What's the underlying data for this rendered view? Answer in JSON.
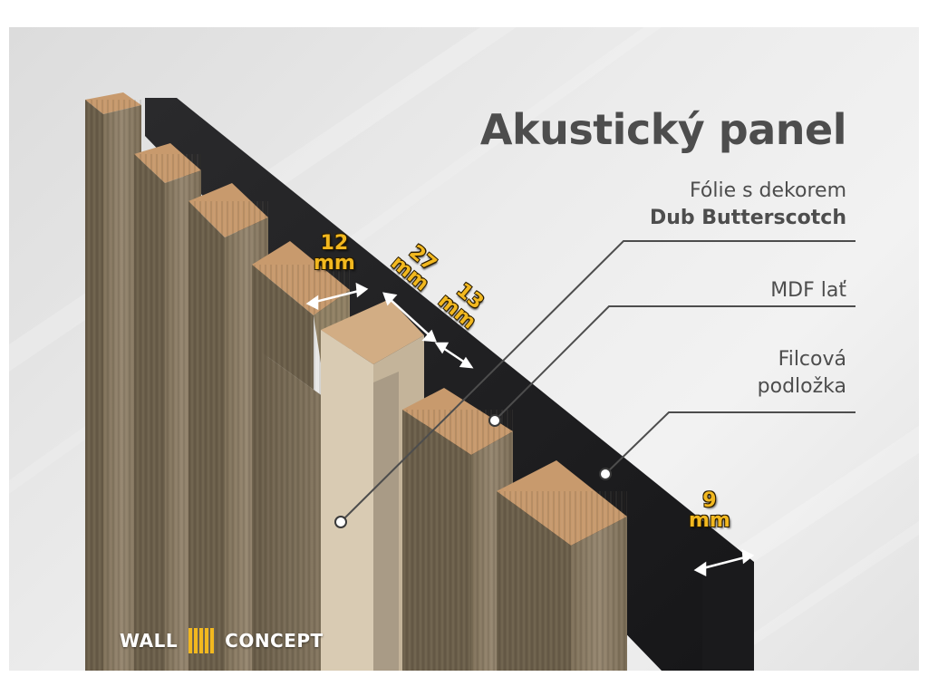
{
  "title": "Akustický panel",
  "labels": {
    "folie_line1": "Fólie s dekorem",
    "folie_line2": "Dub Butterscotch",
    "mdf": "MDF lať",
    "filc_line1": "Filcová",
    "filc_line2": "podložka"
  },
  "dimensions": {
    "slat_width": {
      "value": "12",
      "unit": "mm"
    },
    "gap_width": {
      "value": "27",
      "unit": "mm"
    },
    "slat_depth": {
      "value": "13",
      "unit": "mm"
    },
    "felt_thickness": {
      "value": "9",
      "unit": "mm"
    }
  },
  "logo": {
    "left_text": "WALL",
    "right_text": "CONCEPT"
  },
  "colors": {
    "accent": "#f2b81f",
    "text": "#4d4d4d",
    "felt": "#1e1e20",
    "oak": "#8a7b63",
    "mdf": "#cfa77e"
  }
}
